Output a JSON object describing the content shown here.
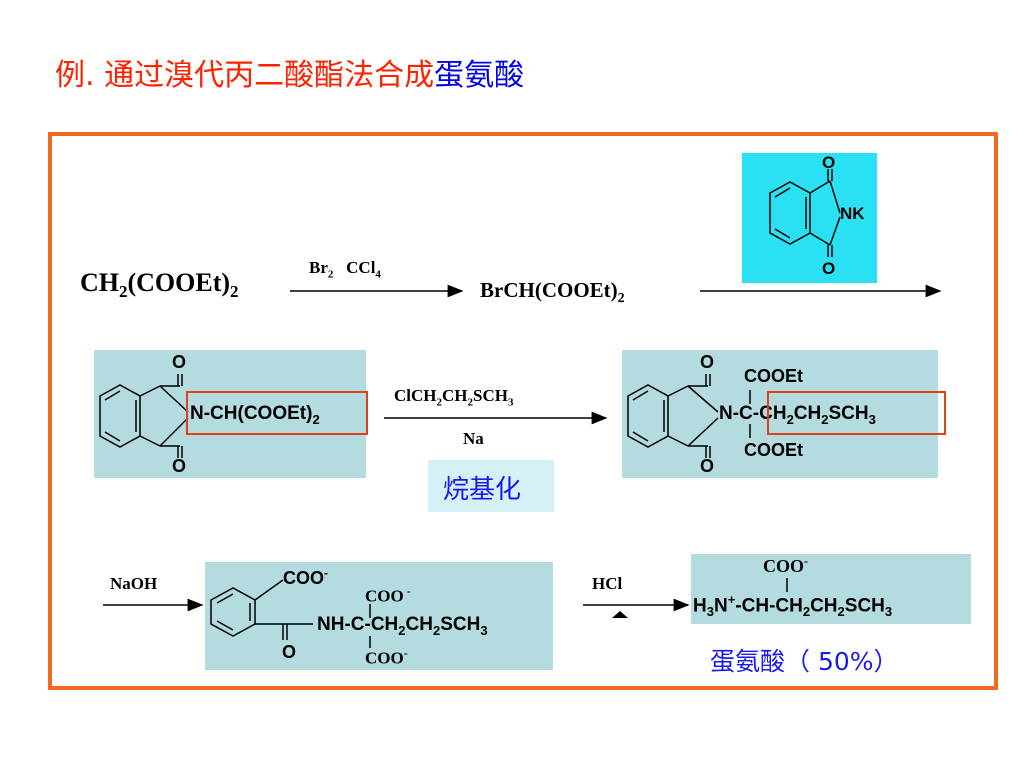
{
  "title": {
    "prefix": "例. 通过溴代丙二酸酯法合成",
    "highlight": "蛋氨酸"
  },
  "row1": {
    "start": {
      "a": "CH",
      "b": "2",
      "c": "(COOEt)",
      "d": "2"
    },
    "reagent1": {
      "br": "Br",
      "br_sub": "2",
      "ccl": "CCl",
      "ccl_sub": "4"
    },
    "product": {
      "a": "BrCH(COOEt)",
      "b": "2"
    },
    "phthalimide": {
      "o_top": "O",
      "nk": "NK",
      "o_bottom": "O"
    }
  },
  "row2": {
    "left": {
      "o_top": "O",
      "n": "N-CH(COOEt)",
      "sub": "2",
      "o_bottom": "O"
    },
    "reagent": {
      "a": "ClCH",
      "s1": "2",
      "b": "CH",
      "s2": "2",
      "c": "SCH",
      "s3": "3"
    },
    "na": "Na",
    "alkylation": "烷基化",
    "right": {
      "o_top": "O",
      "cooet_top": "COOEt",
      "nc": "N-C",
      "chain_a": "CH",
      "s1": "2",
      "chain_b": "CH",
      "s2": "2",
      "chain_c": "SCH",
      "s3": "3",
      "cooet_bottom": "COOEt",
      "o_bottom": "O"
    }
  },
  "row3": {
    "naoh": "NaOH",
    "mid": {
      "coo1": "COO",
      "minus": "-",
      "coo2": "COO",
      "nh": "NH-C-CH",
      "s1": "2",
      "ch": "CH",
      "s2": "2",
      "sch": "SCH",
      "s3": "3",
      "o": "O",
      "coo3": "COO"
    },
    "hcl": "HCl",
    "final": {
      "coo": "COO",
      "minus": "-",
      "h": "H",
      "s3": "3",
      "n": "N",
      "plus": "+",
      "rest": "-CH-CH",
      "s2a": "2",
      "ch": "CH",
      "s2b": "2",
      "sch": "SCH",
      "s3b": "3"
    },
    "caption": "蛋氨酸（  50%）"
  }
}
